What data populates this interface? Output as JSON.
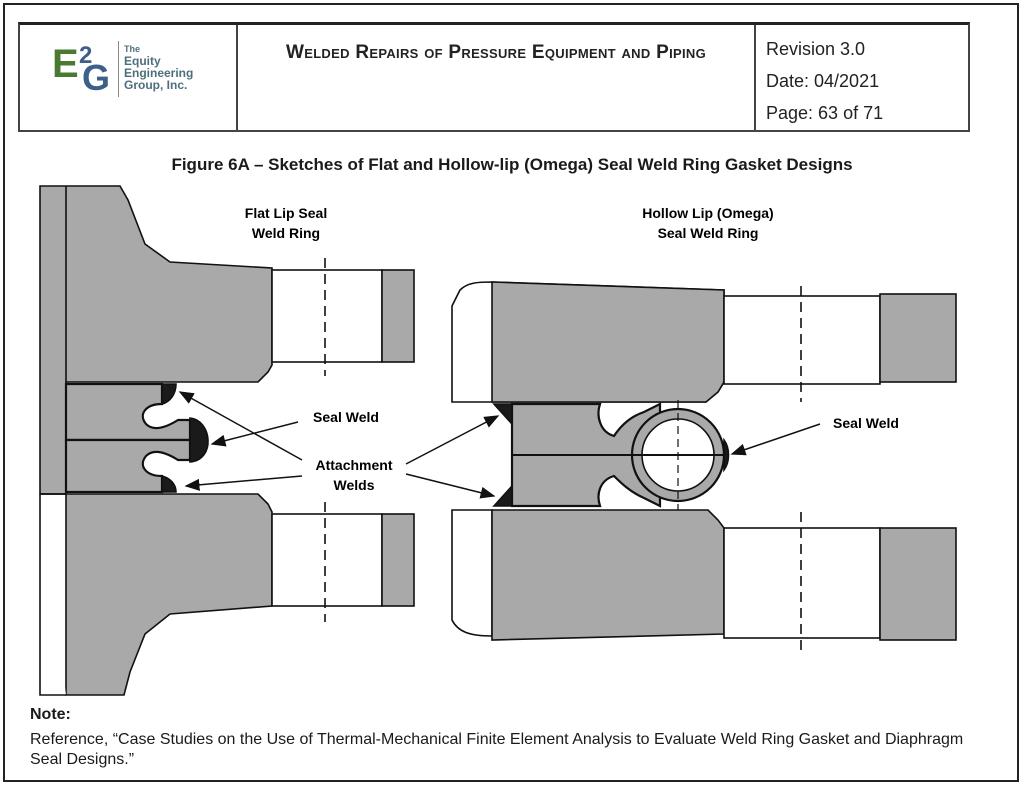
{
  "header": {
    "logo": {
      "mark": "E2G",
      "line1": "The",
      "line2": "Equity",
      "line3": "Engineering",
      "line4": "Group, Inc."
    },
    "title": "Welded Repairs of Pressure Equipment and Piping",
    "revision": "Revision 3.0",
    "date": "Date: 04/2021",
    "page": "Page: 63 of 71"
  },
  "figure": {
    "title": "Figure 6A – Sketches of Flat and Hollow-lip (Omega) Seal Weld Ring Gasket Designs",
    "left_label_1": "Flat Lip Seal",
    "left_label_2": "Weld Ring",
    "right_label_1": "Hollow Lip (Omega)",
    "right_label_2": "Seal Weld Ring",
    "seal_weld_left": "Seal Weld",
    "seal_weld_right": "Seal Weld",
    "attachment_1": "Attachment",
    "attachment_2": "Welds"
  },
  "note": {
    "label": "Note:",
    "text": "Reference, “Case Studies on the Use of Thermal-Mechanical Finite Element Analysis to Evaluate Weld Ring Gasket and Diaphragm Seal Designs.”"
  },
  "colors": {
    "fill_gray": "#a9a9a9",
    "weld_black": "#1a1a1a",
    "logo_green": "#5b8a3c",
    "logo_blue": "#3e5f8a"
  }
}
